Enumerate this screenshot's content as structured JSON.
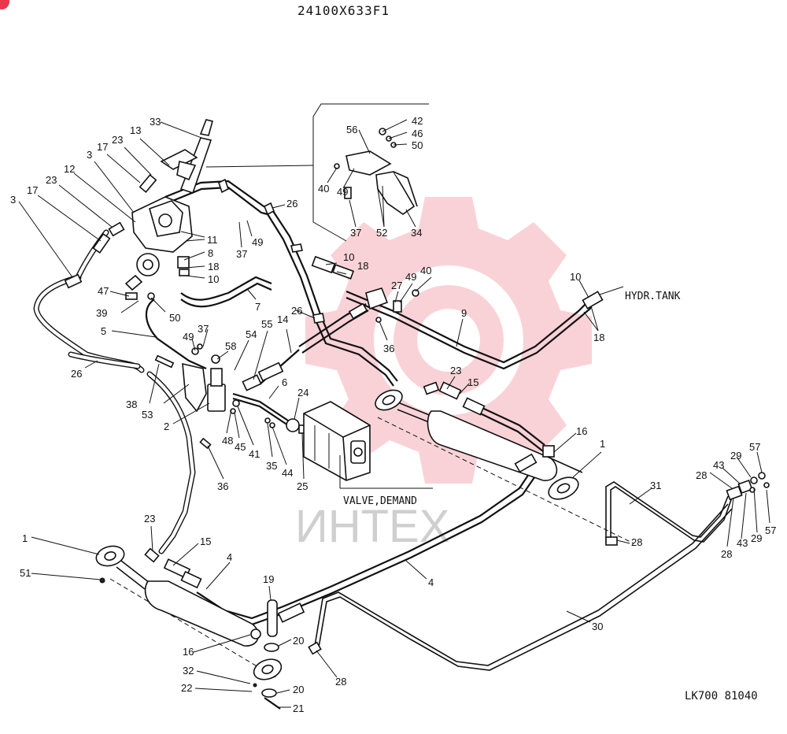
{
  "header": {
    "drawing_number": "24100X633F1"
  },
  "footer": {
    "reference": "LK700 81040"
  },
  "labels": {
    "hydr_tank": "HYDR.TANK",
    "valve_demand": "VALVE,DEMAND",
    "watermark": "ИНТЕХ"
  },
  "callouts": [
    {
      "id": "c33",
      "text": "33"
    },
    {
      "id": "c13",
      "text": "13"
    },
    {
      "id": "c23a",
      "text": "23"
    },
    {
      "id": "c17a",
      "text": "17"
    },
    {
      "id": "c3a",
      "text": "3"
    },
    {
      "id": "c12",
      "text": "12"
    },
    {
      "id": "c23b",
      "text": "23"
    },
    {
      "id": "c17b",
      "text": "17"
    },
    {
      "id": "c3b",
      "text": "3"
    },
    {
      "id": "c11",
      "text": "11"
    },
    {
      "id": "c8",
      "text": "8"
    },
    {
      "id": "c18a",
      "text": "18"
    },
    {
      "id": "c10a",
      "text": "10"
    },
    {
      "id": "c37a",
      "text": "37"
    },
    {
      "id": "c49a",
      "text": "49"
    },
    {
      "id": "c26a",
      "text": "26"
    },
    {
      "id": "c47",
      "text": "47"
    },
    {
      "id": "c39",
      "text": "39"
    },
    {
      "id": "c50a",
      "text": "50"
    },
    {
      "id": "c7",
      "text": "7"
    },
    {
      "id": "c5",
      "text": "5"
    },
    {
      "id": "c49b",
      "text": "49"
    },
    {
      "id": "c37b",
      "text": "37"
    },
    {
      "id": "c58",
      "text": "58"
    },
    {
      "id": "c54",
      "text": "54"
    },
    {
      "id": "c55",
      "text": "55"
    },
    {
      "id": "c14",
      "text": "14"
    },
    {
      "id": "c26b",
      "text": "26"
    },
    {
      "id": "c26c",
      "text": "26"
    },
    {
      "id": "c38",
      "text": "38"
    },
    {
      "id": "c53",
      "text": "53"
    },
    {
      "id": "c2",
      "text": "2"
    },
    {
      "id": "c48",
      "text": "48"
    },
    {
      "id": "c45",
      "text": "45"
    },
    {
      "id": "c41",
      "text": "41"
    },
    {
      "id": "c36a",
      "text": "36"
    },
    {
      "id": "c6",
      "text": "6"
    },
    {
      "id": "c24",
      "text": "24"
    },
    {
      "id": "c35",
      "text": "35"
    },
    {
      "id": "c44",
      "text": "44"
    },
    {
      "id": "c25",
      "text": "25"
    },
    {
      "id": "c56",
      "text": "56"
    },
    {
      "id": "c42",
      "text": "42"
    },
    {
      "id": "c46",
      "text": "46"
    },
    {
      "id": "c50b",
      "text": "50"
    },
    {
      "id": "c40a",
      "text": "40"
    },
    {
      "id": "c49c",
      "text": "49"
    },
    {
      "id": "c37c",
      "text": "37"
    },
    {
      "id": "c52",
      "text": "52"
    },
    {
      "id": "c34",
      "text": "34"
    },
    {
      "id": "c10b",
      "text": "10"
    },
    {
      "id": "c18b",
      "text": "18"
    },
    {
      "id": "c27",
      "text": "27"
    },
    {
      "id": "c49d",
      "text": "49"
    },
    {
      "id": "c40b",
      "text": "40"
    },
    {
      "id": "c36b",
      "text": "36"
    },
    {
      "id": "c9",
      "text": "9"
    },
    {
      "id": "c10c",
      "text": "10"
    },
    {
      "id": "c18c",
      "text": "18"
    },
    {
      "id": "c23c",
      "text": "23"
    },
    {
      "id": "c15a",
      "text": "15"
    },
    {
      "id": "c16a",
      "text": "16"
    },
    {
      "id": "c1a",
      "text": "1"
    },
    {
      "id": "c31",
      "text": "31"
    },
    {
      "id": "c28a",
      "text": "28"
    },
    {
      "id": "c43a",
      "text": "43"
    },
    {
      "id": "c29a",
      "text": "29"
    },
    {
      "id": "c57a",
      "text": "57"
    },
    {
      "id": "c28b",
      "text": "28"
    },
    {
      "id": "c43b",
      "text": "43"
    },
    {
      "id": "c29b",
      "text": "29"
    },
    {
      "id": "c57b",
      "text": "57"
    },
    {
      "id": "c28c",
      "text": "28"
    },
    {
      "id": "c1b",
      "text": "1"
    },
    {
      "id": "c51",
      "text": "51"
    },
    {
      "id": "c23d",
      "text": "23"
    },
    {
      "id": "c15b",
      "text": "15"
    },
    {
      "id": "c4a",
      "text": "4"
    },
    {
      "id": "c4b",
      "text": "4"
    },
    {
      "id": "c19",
      "text": "19"
    },
    {
      "id": "c30",
      "text": "30"
    },
    {
      "id": "c16b",
      "text": "16"
    },
    {
      "id": "c20a",
      "text": "20"
    },
    {
      "id": "c32",
      "text": "32"
    },
    {
      "id": "c22",
      "text": "22"
    },
    {
      "id": "c20b",
      "text": "20"
    },
    {
      "id": "c21",
      "text": "21"
    },
    {
      "id": "c28d",
      "text": "28"
    }
  ]
}
